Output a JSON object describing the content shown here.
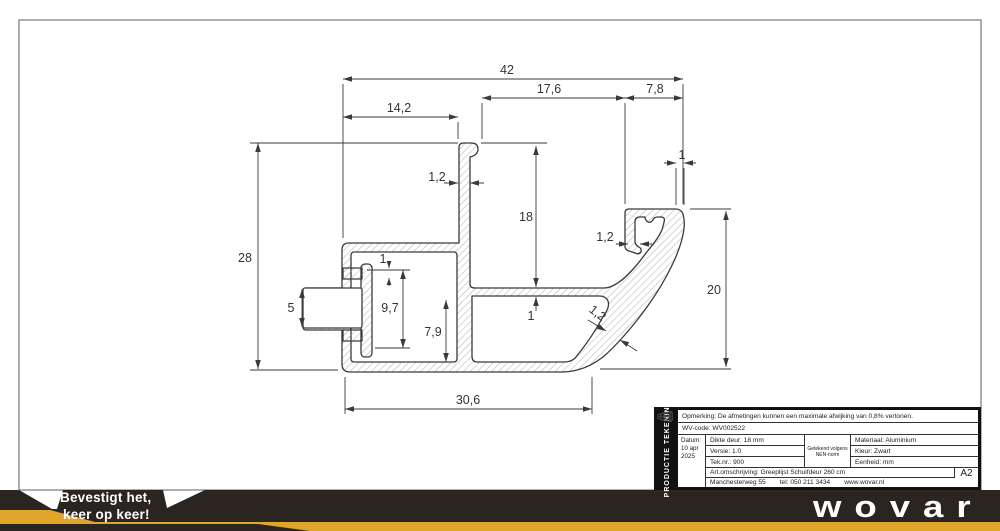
{
  "page": {
    "background": "#ffffff",
    "frame_color": "#777777",
    "line_color": "#3a3a3a"
  },
  "drawing": {
    "type": "technical-cross-section",
    "units": "mm",
    "dims": {
      "overall_top": "42",
      "slot_width": "17,6",
      "hook_width": "7,8",
      "left_top": "14,2",
      "overall_height": "28",
      "door_slot_depth": "18",
      "fin_wall": "1,2",
      "hook_top_wall": "1",
      "hook_lip_wall": "1,2",
      "sweep_wall": "1,2",
      "tab_height": "5",
      "slot_inner": "9,7",
      "stub_wall": "1",
      "shelf_wall": "1",
      "lower_cavity": "7,9",
      "hook_height": "20",
      "bottom_width": "30,6"
    }
  },
  "title_block": {
    "sidebar": "PRODUCTIE TEKENING",
    "opmerking": "Opmerking: De afmetingen kunnen een maximale afwijking van 0,8% vertonen.",
    "wv_code": "WV-code: WV002522",
    "datum1": "Datum:",
    "datum2": "10 apr",
    "datum3": "2025",
    "dikte_deur": "Dikte deur: 18 mm",
    "versie": "Versie: 1.0",
    "teknr": "Tek.nr.: 900",
    "nen_line1": "Getekend volgens",
    "nen_line2": "NEN-norm",
    "materiaal": "Materiaal: Aluminium",
    "kleur": "Kleur: Zwart",
    "eenheid": "Eenheid: mm",
    "art_omschrijving": "Art.omschrijving: Greeplijst Schuifdeur 260 cm",
    "adres": "Manchesterweg 55",
    "tel": "tel: 050 211 3434",
    "site": "www.wovar.nl",
    "formaat": "A2"
  },
  "footer": {
    "tagline1": "Bevestigt het,",
    "tagline2": "keer op keer!",
    "logo": "wovar",
    "colors": {
      "dark": "#2b2521",
      "yellow": "#e0a62b",
      "text": "#ffffff"
    }
  }
}
